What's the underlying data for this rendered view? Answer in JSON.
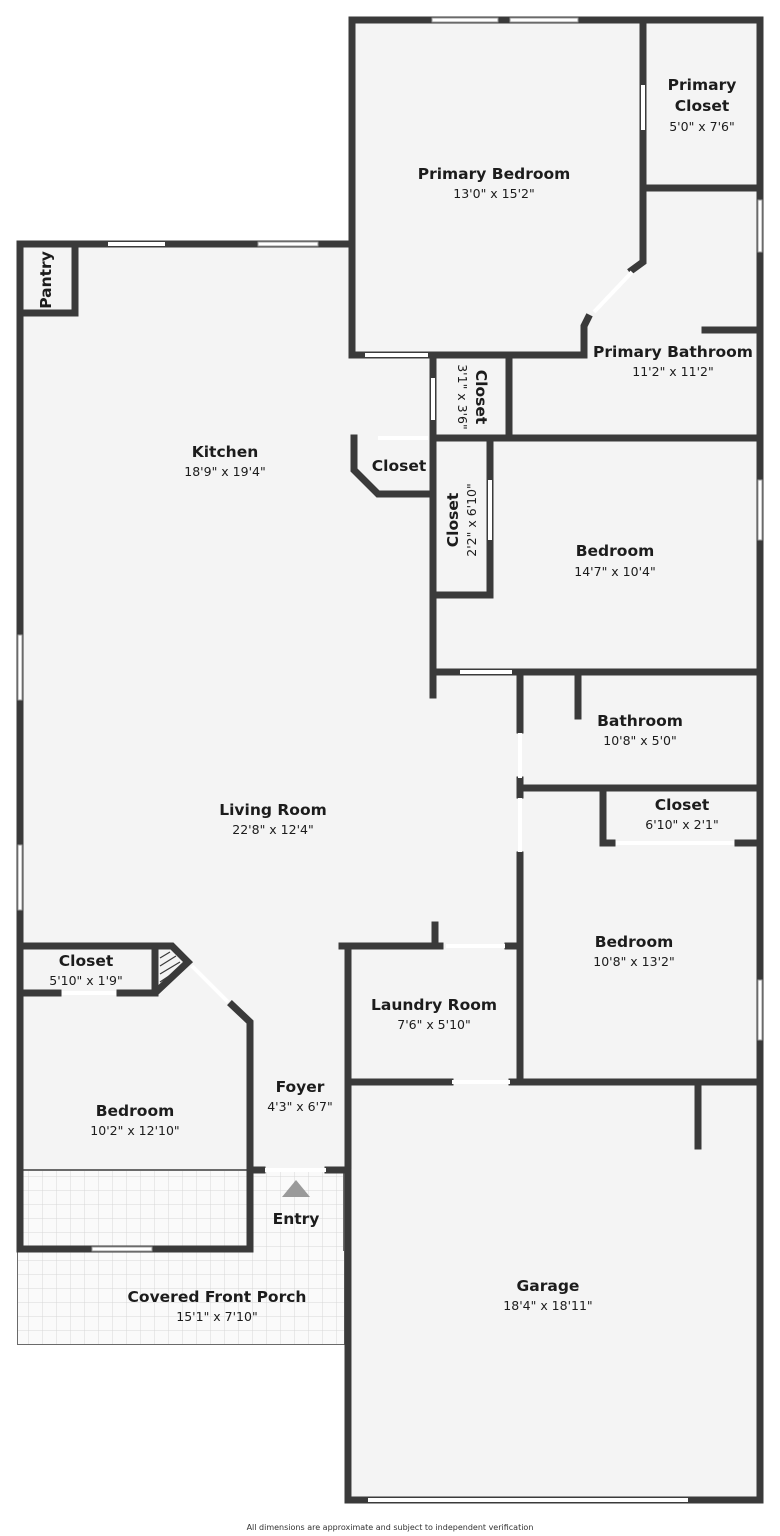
{
  "rooms": {
    "primary_bedroom": {
      "name": "Primary Bedroom",
      "dims": "13'0\" x 15'2\""
    },
    "primary_closet": {
      "name_line1": "Primary",
      "name_line2": "Closet",
      "dims": "5'0\" x 7'6\""
    },
    "primary_bathroom": {
      "name": "Primary Bathroom",
      "dims": "11'2\" x 11'2\""
    },
    "pantry": {
      "name": "Pantry"
    },
    "kitchen": {
      "name": "Kitchen",
      "dims": "18'9\" x 19'4\""
    },
    "closet_small_a": {
      "name": "Closet",
      "dims": "3'1\" x 3'6\""
    },
    "closet_hall": {
      "name": "Closet"
    },
    "closet_small_b": {
      "name": "Closet",
      "dims": "2'2\" x 6'10\""
    },
    "bedroom_east": {
      "name": "Bedroom",
      "dims": "14'7\" x 10'4\""
    },
    "bathroom": {
      "name": "Bathroom",
      "dims": "10'8\" x 5'0\""
    },
    "living_room": {
      "name": "Living Room",
      "dims": "22'8\" x 12'4\""
    },
    "closet_se": {
      "name": "Closet",
      "dims": "6'10\" x 2'1\""
    },
    "bedroom_se": {
      "name": "Bedroom",
      "dims": "10'8\" x 13'2\""
    },
    "closet_sw": {
      "name": "Closet",
      "dims": "5'10\" x 1'9\""
    },
    "laundry_room": {
      "name": "Laundry Room",
      "dims": "7'6\" x 5'10\""
    },
    "foyer": {
      "name": "Foyer",
      "dims": "4'3\" x 6'7\""
    },
    "bedroom_sw": {
      "name": "Bedroom",
      "dims": "10'2\" x 12'10\""
    },
    "entry": {
      "name": "Entry"
    },
    "covered_front_porch": {
      "name": "Covered Front Porch",
      "dims": "15'1\" x 7'10\""
    },
    "garage": {
      "name": "Garage",
      "dims": "18'4\" x 18'11\""
    }
  },
  "footnote": "All dimensions are approximate and subject to independent verification",
  "colors": {
    "wall": "#3a3a3a",
    "floor": "#f4f4f4",
    "porch_grid": "#dcdcdc"
  }
}
